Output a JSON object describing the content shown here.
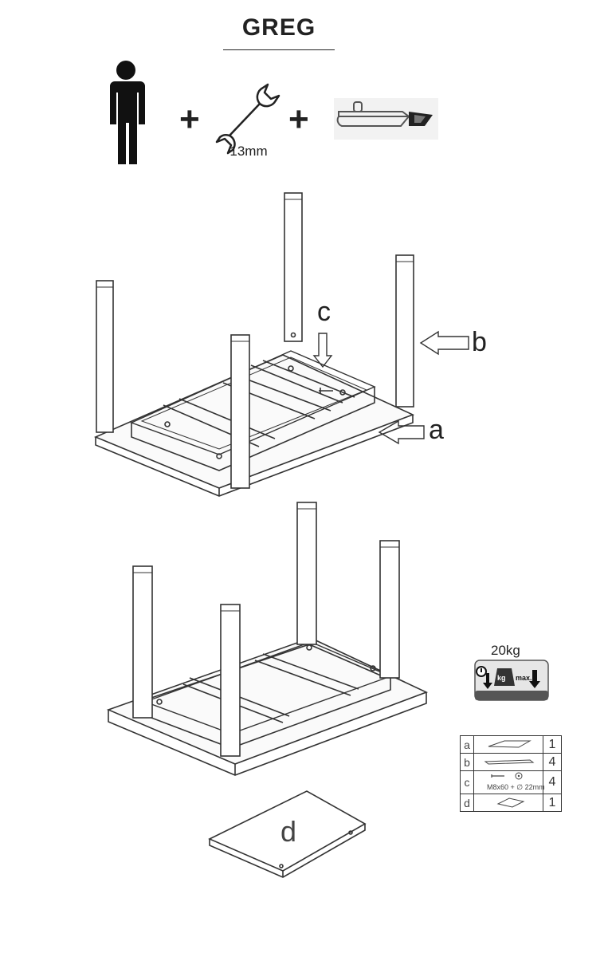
{
  "header": {
    "title": "GREG"
  },
  "requirements": {
    "plus_1": "+",
    "plus_2": "+",
    "wrench_size": "13mm",
    "person_icon": "person-icon",
    "wrench_icon": "wrench-icon",
    "knife_icon": "utility-knife-icon"
  },
  "step1": {
    "callout_c": "c",
    "callout_b": "b",
    "callout_a": "a"
  },
  "weight": {
    "label": "20kg",
    "badge_kg": "kg",
    "badge_max": "max."
  },
  "parts": [
    {
      "key": "a",
      "qty": "1"
    },
    {
      "key": "b",
      "qty": "4"
    },
    {
      "key": "c",
      "qty": "4",
      "note": "M8x60 + ∅ 22mm"
    },
    {
      "key": "d",
      "qty": "1"
    }
  ],
  "tabletop": {
    "label": "d"
  }
}
